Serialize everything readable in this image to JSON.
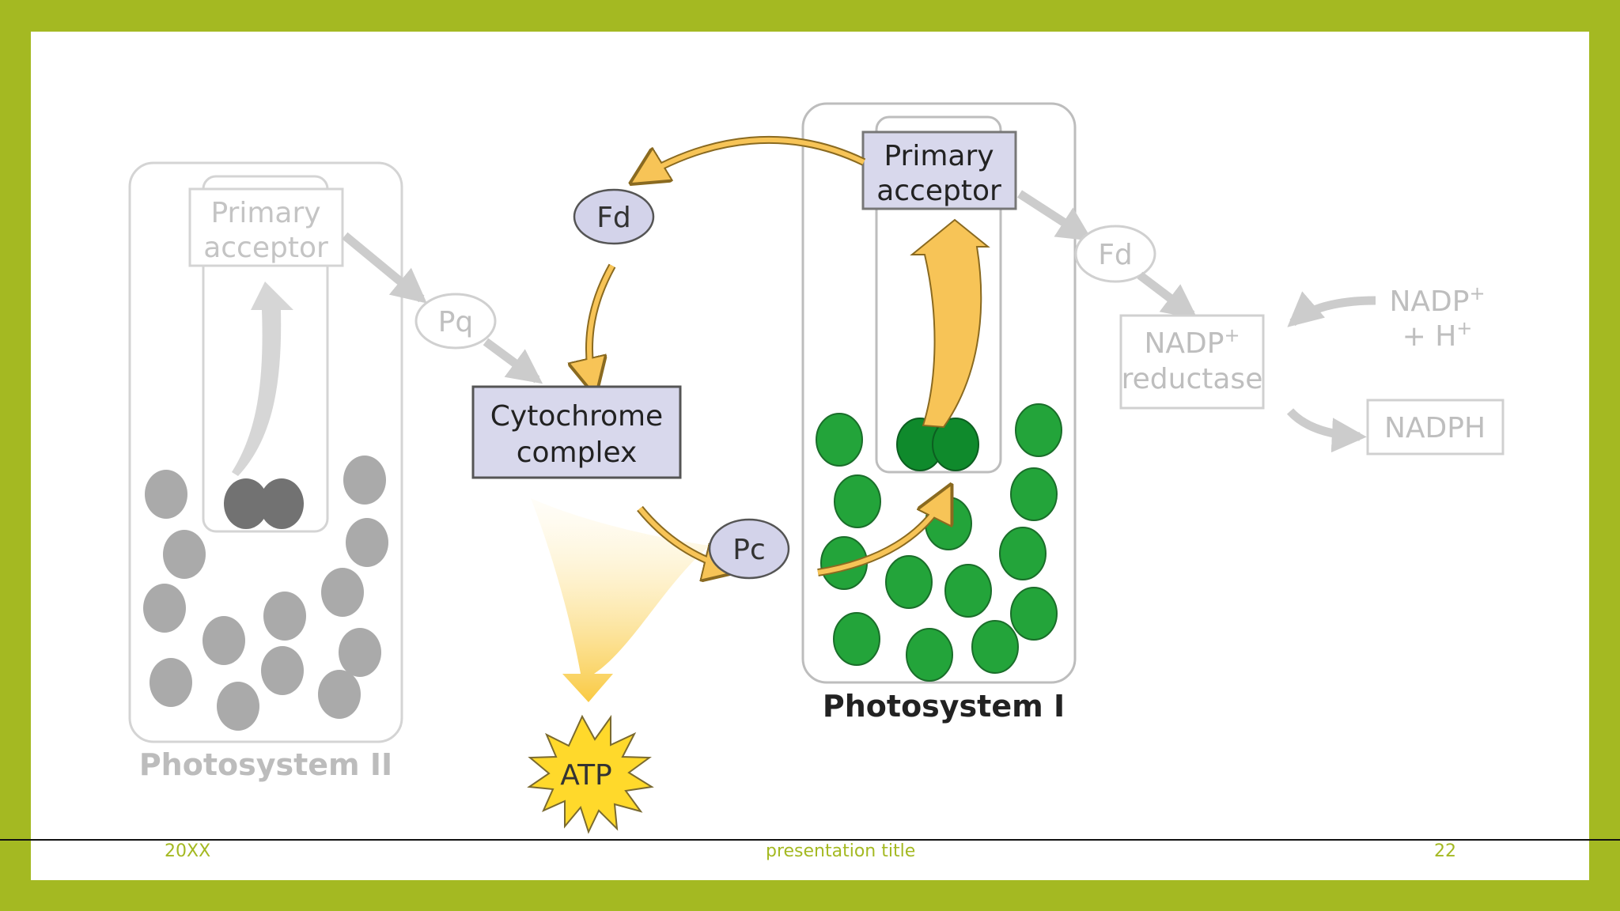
{
  "colors": {
    "frame": "#a4b922",
    "footer_text": "#a4b922",
    "dim_gray": "#c8c8c8",
    "dim_text": "#b8b8b8",
    "ps2_pigment": "#a9a9a9",
    "ps2_reaction_center": "#6e6e6e",
    "ps1_pigment": "#23a43a",
    "ps1_reaction_center": "#0f8a2c",
    "carrier_fill": "#d3d3ea",
    "box_fill": "#d8d8ec",
    "cycle_arrow": "#f7c457",
    "atp_fill": "#ffd92b"
  },
  "diagram": {
    "photosystem_ii": {
      "label": "Photosystem II",
      "primary_acceptor": [
        "Primary",
        "acceptor"
      ]
    },
    "pq": "Pq",
    "cytochrome_complex": [
      "Cytochrome",
      "complex"
    ],
    "fd_cycle": "Fd",
    "pc": "Pc",
    "atp": "ATP",
    "photosystem_i": {
      "label": "Photosystem I",
      "primary_acceptor": [
        "Primary",
        "acceptor"
      ]
    },
    "fd_out": "Fd",
    "nadp_reductase": {
      "line1": "NADP",
      "line1_sup": "+",
      "line2": "reductase"
    },
    "nadp_input": {
      "line1": "NADP",
      "line1_sup": "+",
      "line2": "+ H",
      "line2_sup": "+"
    },
    "nadph": "NADPH"
  },
  "footer": {
    "date": "20XX",
    "title": "presentation title",
    "page": "22"
  }
}
